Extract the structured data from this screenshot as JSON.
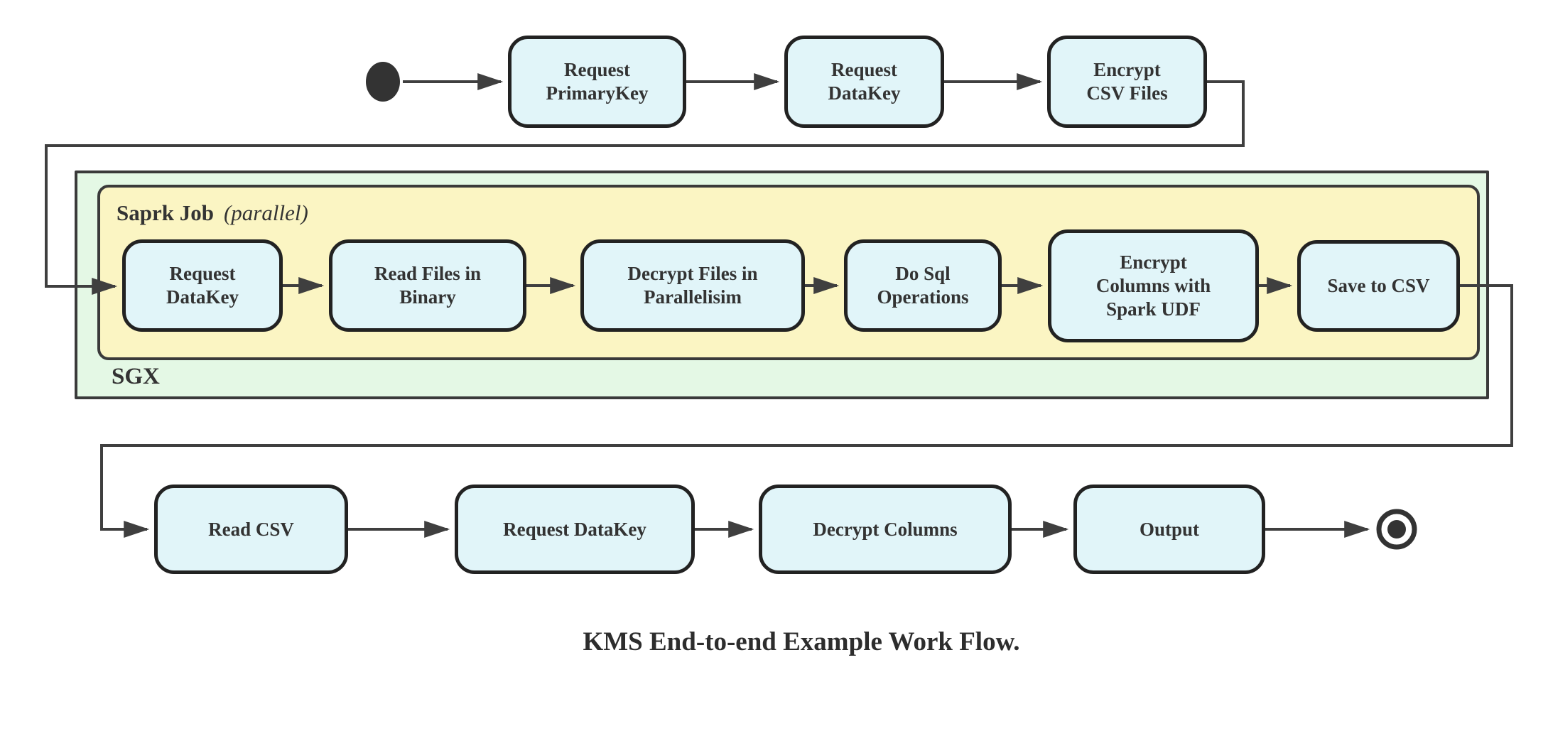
{
  "diagram_title": "KMS End-to-end Example Work Flow.",
  "containers": {
    "sgx": {
      "label": "SGX"
    },
    "spark_job": {
      "label": "Saprk Job",
      "qualifier": "(parallel)"
    }
  },
  "nodes": {
    "top": [
      {
        "label": "Request\nPrimaryKey"
      },
      {
        "label": "Request\nDataKey"
      },
      {
        "label": "Encrypt\nCSV Files"
      }
    ],
    "spark": [
      {
        "label": "Request\nDataKey"
      },
      {
        "label": "Read Files in\nBinary"
      },
      {
        "label": "Decrypt Files in\nParallelisim"
      },
      {
        "label": "Do Sql\nOperations"
      },
      {
        "label": "Encrypt\nColumns with\nSpark UDF"
      },
      {
        "label": "Save to CSV"
      }
    ],
    "bottom": [
      {
        "label": "Read CSV"
      },
      {
        "label": "Request DataKey"
      },
      {
        "label": "Decrypt Columns"
      },
      {
        "label": "Output"
      }
    ]
  },
  "markers": {
    "start_state": "filled-circle",
    "end_state": "double-circle"
  },
  "colors": {
    "node_fill": "#e1f5f9",
    "node_stroke": "#222222",
    "spark_fill": "#fbf5c3",
    "sgx_fill": "#e4f8e5",
    "stroke": "#3a3a3a",
    "edge": "#3f3f3f"
  }
}
